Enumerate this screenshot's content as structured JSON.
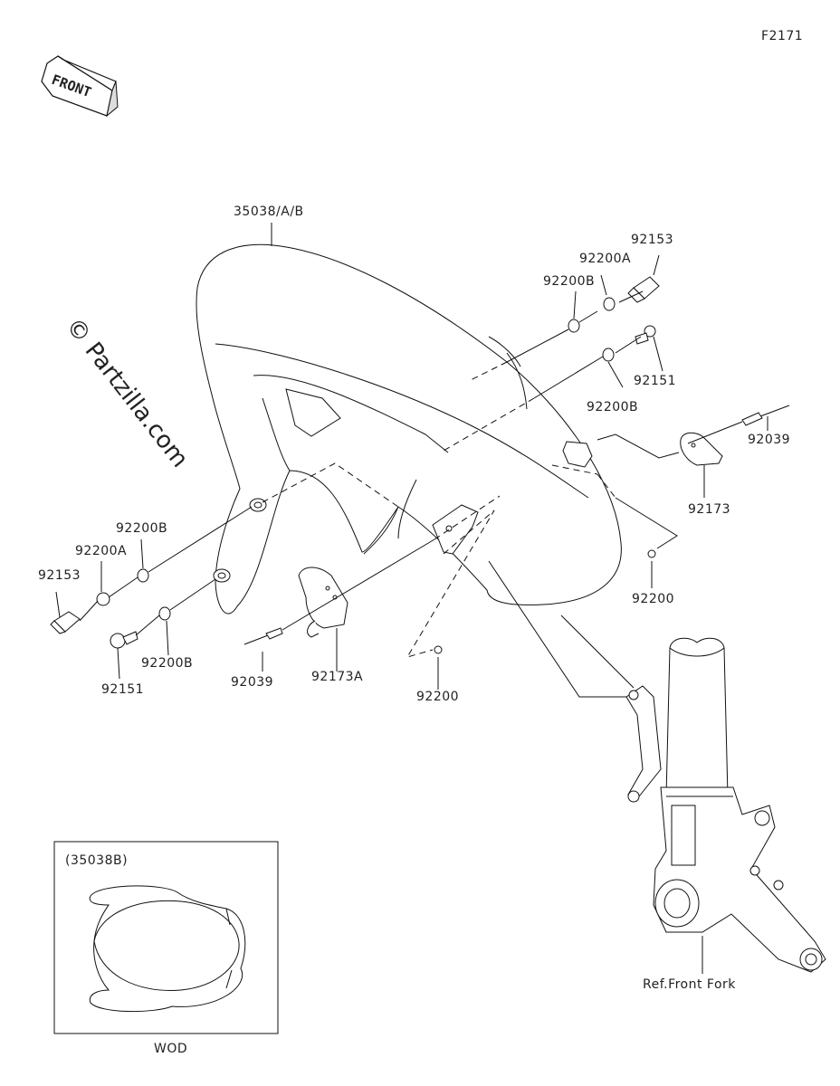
{
  "diagram_code": "F2171",
  "front_label": "FRONT",
  "watermark": "© Partzilla.com",
  "labels": {
    "fender": "35038/A/B",
    "bolt_right_top": "92153",
    "washer_a_right": "92200A",
    "washer_b_right_top": "92200B",
    "screw_right": "92151",
    "washer_b_right_mid": "92200B",
    "pin_right": "92039",
    "clamp_right": "92173",
    "nut_right": "92200",
    "washer_b_left_top": "92200B",
    "washer_a_left": "92200A",
    "bolt_left": "92153",
    "washer_b_left_bottom": "92200B",
    "screw_left": "92151",
    "pin_left": "92039",
    "clamp_left": "92173A",
    "nut_center": "92200",
    "ref_fork": "Ref.Front Fork"
  },
  "inset": {
    "title": "(35038B)",
    "caption": "WOD"
  }
}
